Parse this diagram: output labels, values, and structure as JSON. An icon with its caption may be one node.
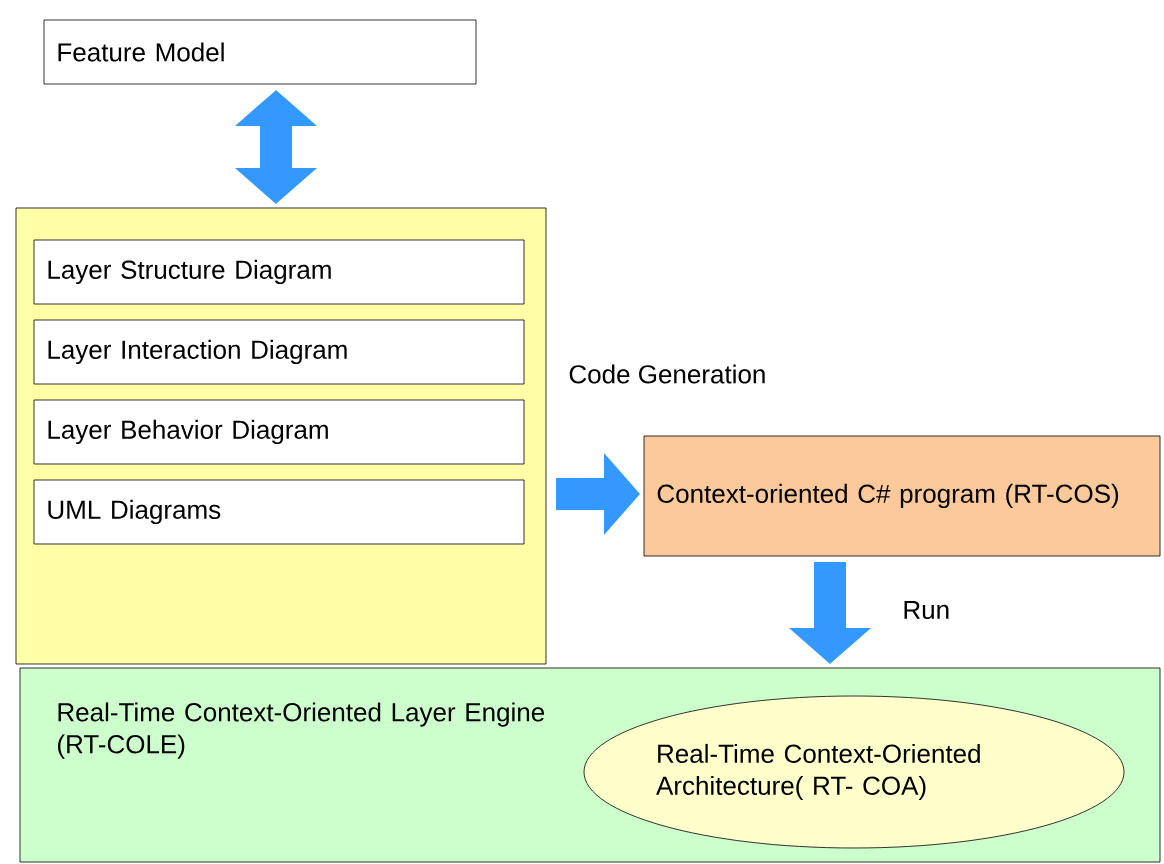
{
  "diagram": {
    "nodes": [
      {
        "text": [
          "Feature Model"
        ]
      },
      {
        "text": [],
        "shape": "box"
      },
      {
        "text": [
          "Layer Structure Diagram"
        ],
        "in": 1
      },
      {
        "text": [
          "Layer Interaction Diagram"
        ],
        "in": 1
      },
      {
        "text": [
          "Layer Behavior Diagram"
        ],
        "in": 1
      },
      {
        "text": [
          "UML Diagrams"
        ],
        "in": 1
      },
      {
        "text": [
          "Context-oriented C# program (RT-COS)"
        ]
      },
      {
        "text": [
          "Real-Time Context-Oriented Layer Engine (RT-COLE)"
        ]
      },
      {
        "text": [
          "Real-Time Context-Oriented Architecture( RT- COA)"
        ],
        "in": 7
      }
    ],
    "edges": [
      {
        "from": 0,
        "to": 1,
        "arrow": "both"
      },
      {
        "from": 1,
        "to": 6,
        "arrow": "to",
        "label": "Code Generation"
      },
      {
        "from": 6,
        "to": 7,
        "arrow": "to",
        "label": "Run"
      }
    ]
  }
}
